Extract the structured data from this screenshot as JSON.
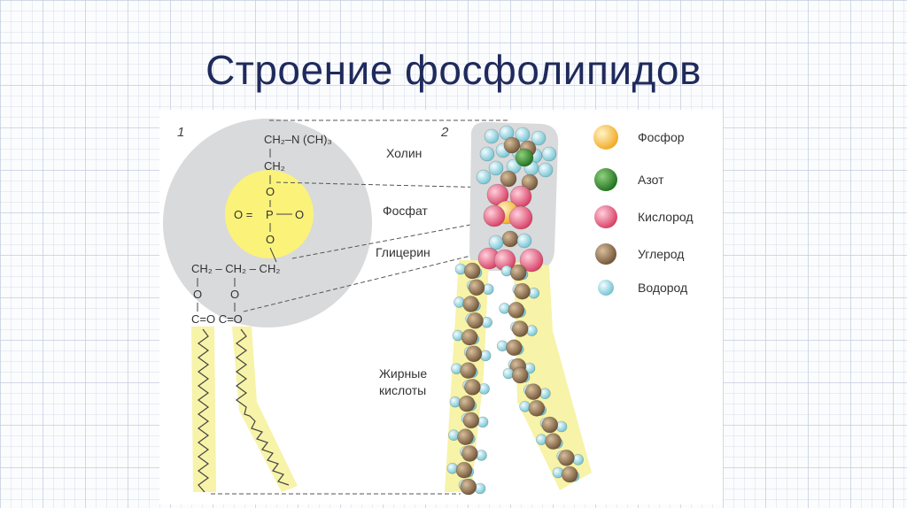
{
  "title": "Строение фосфолипидов",
  "panel_numbers": [
    "1",
    "2"
  ],
  "structure": {
    "choline_group": "CH₂–N (CH)₃",
    "ch2_top": "CH₂",
    "o_top": "O",
    "o_left": "O =",
    "p": "P",
    "o_right": "O",
    "o_bottom": "O",
    "glycerol": "CH₂ – CH₂ – CH₂",
    "ester_o1": "O",
    "ester_o2": "O",
    "carbonyl": "C=O C=O"
  },
  "region_labels": {
    "choline": "Холин",
    "phosphate": "Фосфат",
    "glycerol": "Глицерин",
    "fatty_acids_1": "Жирные",
    "fatty_acids_2": "кислоты"
  },
  "legend": [
    {
      "label": "Фосфор",
      "color": "#f4b93a"
    },
    {
      "label": "Азот",
      "color": "#2f8a2a"
    },
    {
      "label": "Кислород",
      "color": "#e9627e"
    },
    {
      "label": "Углерод",
      "color": "#8a6a48"
    },
    {
      "label": "Водород",
      "color": "#a9dde6"
    }
  ]
}
